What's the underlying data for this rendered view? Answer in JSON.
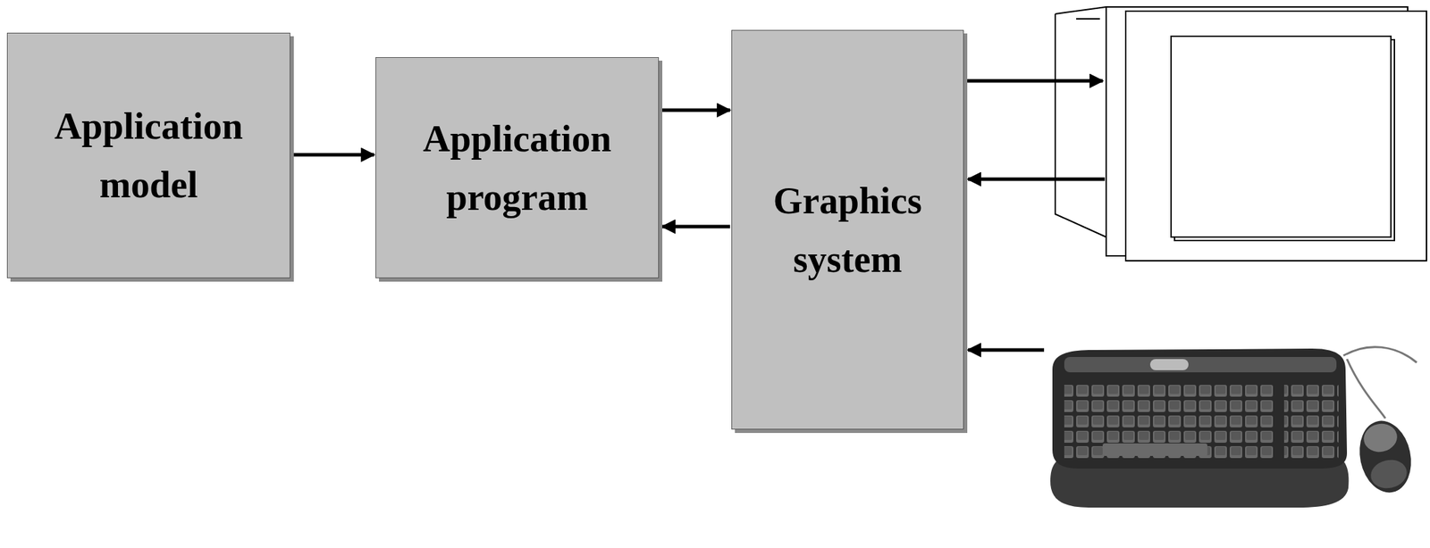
{
  "diagram": {
    "nodes": [
      {
        "text": [
          "Application model"
        ]
      },
      {
        "text": [
          "Application program"
        ]
      },
      {
        "text": [
          "Graphics system"
        ]
      }
    ],
    "edges": [
      {
        "from": 0,
        "to": 1,
        "arrow": "to"
      },
      {
        "from": 1,
        "to": 2,
        "arrow": "to"
      },
      {
        "from": 2,
        "to": 1,
        "arrow": "to"
      }
    ]
  }
}
